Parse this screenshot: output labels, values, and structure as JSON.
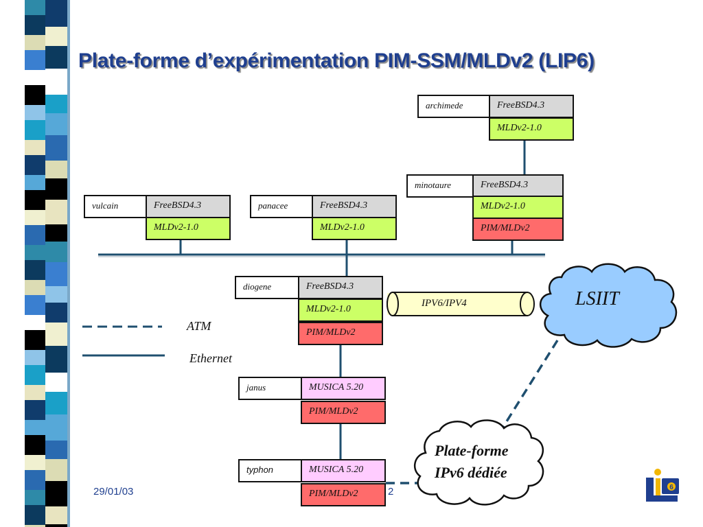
{
  "title": "Plate-forme d’expérimentation PIM-SSM/MLDv2 (LIP6)",
  "hosts": {
    "archimede": {
      "name": "archimede",
      "os": "FreeBSD4.3",
      "mld": "MLDv2-1.0"
    },
    "minotaure": {
      "name": "minotaure",
      "os": "FreeBSD4.3",
      "mld": "MLDv2-1.0",
      "pim": "PIM/MLDv2"
    },
    "vulcain": {
      "name": "vulcain",
      "os": "FreeBSD4.3",
      "mld": "MLDv2-1.0"
    },
    "panacee": {
      "name": "panacee",
      "os": "FreeBSD4.3",
      "mld": "MLDv2-1.0"
    },
    "diogene": {
      "name": "diogene",
      "os": "FreeBSD4.3",
      "mld": "MLDv2-1.0",
      "pim": "PIM/MLDv2"
    },
    "janus": {
      "name": "janus",
      "app": "MUSICA 5.20",
      "pim": "PIM/MLDv2"
    },
    "typhon": {
      "name": "typhon",
      "app": "MUSICA 5.20",
      "pim": "PIM/MLDv2"
    }
  },
  "tunnel": "IPV6/IPV4",
  "clouds": {
    "lsiit": "LSIIT",
    "platform_line1": "Plate-forme",
    "platform_line2": "IPv6 dédiée"
  },
  "legend": {
    "atm": "ATM",
    "ethernet": "Ethernet"
  },
  "footer": {
    "date": "29/01/03",
    "page": "2"
  },
  "logo": "LIP6",
  "colors": {
    "title": "#1f3f8f",
    "os": "#d8d8d8",
    "mld": "#ccff66",
    "pim": "#ff6b6b",
    "musica": "#ffccff",
    "cloud": "#99ccff",
    "ethernet": "#1f4f6f"
  }
}
